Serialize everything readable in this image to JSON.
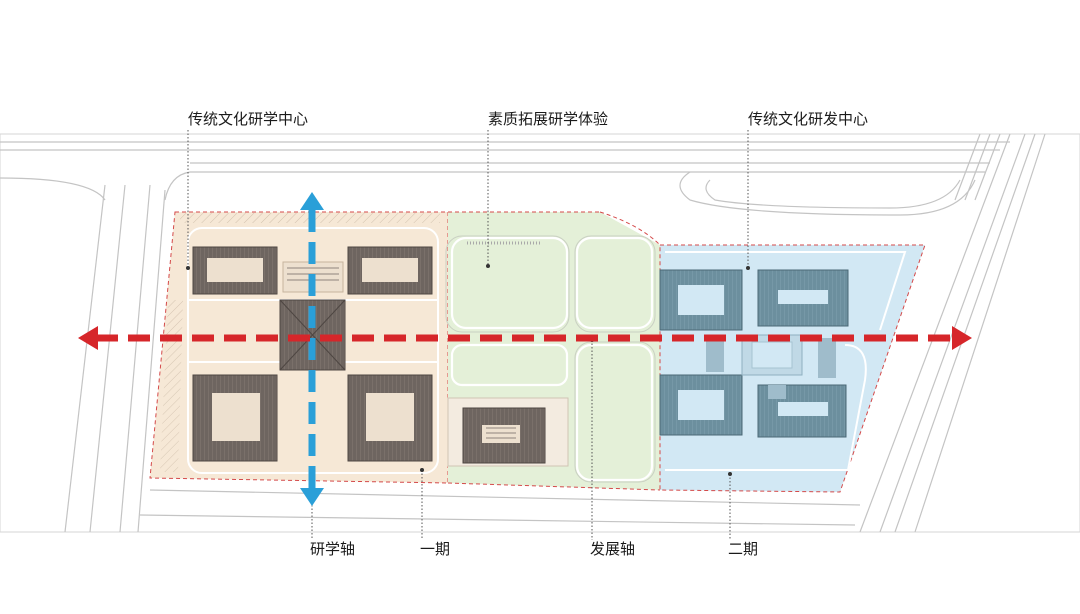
{
  "labels": {
    "top_left": "传统文化研学中心",
    "top_center": "素质拓展研学体验",
    "top_right": "传统文化研发中心",
    "bottom_axis_study": "研学轴",
    "bottom_phase_one": "一期",
    "bottom_axis_development": "发展轴",
    "bottom_phase_two": "二期"
  },
  "colors": {
    "zone_phase_one": "#f6e8d6",
    "zone_outdoor": "#e4f0d8",
    "zone_phase_two": "#d2e8f4",
    "development_axis": "#d6262a",
    "study_axis": "#2a9fd8",
    "roof_dark": "#6e6560",
    "roof_blue": "#6c8f9e",
    "boundary_dashed": "#d44a4a"
  }
}
